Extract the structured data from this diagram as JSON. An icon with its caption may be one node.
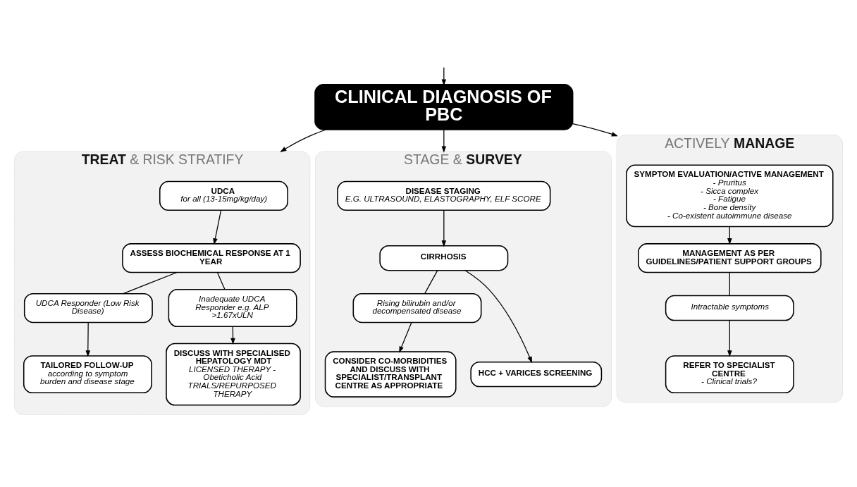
{
  "diagram": {
    "nodes": [
      {
        "text": [
          "CLINICAL DIAGNOSIS OF PBC"
        ]
      },
      {
        "text": [
          "**TREAT** & RISK STRATIFY"
        ]
      },
      {
        "text": [
          "UDCA",
          "for all (13-15mg/kg/day)"
        ],
        "in": 1
      },
      {
        "text": [
          "ASSESS BIOCHEMICAL RESPONSE AT 1 YEAR"
        ],
        "in": 1
      },
      {
        "text": [
          "UDCA Responder (Low Risk Disease)"
        ],
        "in": 1
      },
      {
        "text": [
          "Inadequate UDCA Responder e.g. ALP >1.67xULN"
        ],
        "in": 1
      },
      {
        "text": [
          "TAILORED FOLLOW-UP",
          "according to symptom burden and disease stage"
        ],
        "in": 1
      },
      {
        "text": [
          "DISCUSS WITH SPECIALISED HEPATOLOGY MDT",
          "LICENSED THERAPY - Obeticholic Acid",
          "TRIALS/REPURPOSED THERAPY"
        ],
        "in": 1
      },
      {
        "text": [
          "STAGE & **SURVEY**"
        ]
      },
      {
        "text": [
          "DISEASE STAGING",
          "E.G. ULTRASOUND, ELASTOGRAPHY, ELF SCORE"
        ],
        "in": 8
      },
      {
        "text": [
          "CIRRHOSIS"
        ],
        "in": 8
      },
      {
        "text": [
          "Rising bilirubin and/or decompensated disease"
        ],
        "in": 8
      },
      {
        "text": [
          "CONSIDER CO-MORBIDITIES AND DISCUSS WITH SPECIALIST/TRANSPLANT CENTRE AS APPROPRIATE"
        ],
        "in": 8
      },
      {
        "text": [
          "HCC + VARICES SCREENING"
        ],
        "in": 8
      },
      {
        "text": [
          "ACTIVELY **MANAGE**"
        ]
      },
      {
        "text": [
          "SYMPTOM EVALUATION/ACTIVE MANAGEMENT",
          "- Pruritus",
          "- Sicca complex",
          "- Fatigue",
          "- Bone density",
          "- Co-existent autoimmune disease"
        ],
        "in": 14
      },
      {
        "text": [
          "MANAGEMENT AS PER GUIDELINES/PATIENT SUPPORT GROUPS"
        ],
        "in": 14
      },
      {
        "text": [
          "Intractable symptoms"
        ],
        "in": 14
      },
      {
        "text": [
          "REFER TO SPECIALIST CENTRE",
          "- Clinical trials?"
        ],
        "in": 14
      }
    ],
    "edges": [
      {
        "from": null,
        "to": 0,
        "arrow": "to"
      },
      {
        "from": 0,
        "to": 1,
        "arrow": "to"
      },
      {
        "from": 0,
        "to": 8,
        "arrow": "to"
      },
      {
        "from": 0,
        "to": 14,
        "arrow": "to"
      },
      {
        "from": 2,
        "to": 3,
        "arrow": "to"
      },
      {
        "from": 3,
        "to": 4,
        "arrow": "none"
      },
      {
        "from": 3,
        "to": 5,
        "arrow": "none"
      },
      {
        "from": 4,
        "to": 6,
        "arrow": "to"
      },
      {
        "from": 5,
        "to": 7,
        "arrow": "to"
      },
      {
        "from": 9,
        "to": 10,
        "arrow": "to"
      },
      {
        "from": 10,
        "to": 11,
        "arrow": "none"
      },
      {
        "from": 10,
        "to": 13,
        "arrow": "to"
      },
      {
        "from": 11,
        "to": 12,
        "arrow": "to"
      },
      {
        "from": 15,
        "to": 16,
        "arrow": "to"
      },
      {
        "from": 16,
        "to": 17,
        "arrow": "none"
      },
      {
        "from": 17,
        "to": 18,
        "arrow": "to"
      }
    ]
  }
}
